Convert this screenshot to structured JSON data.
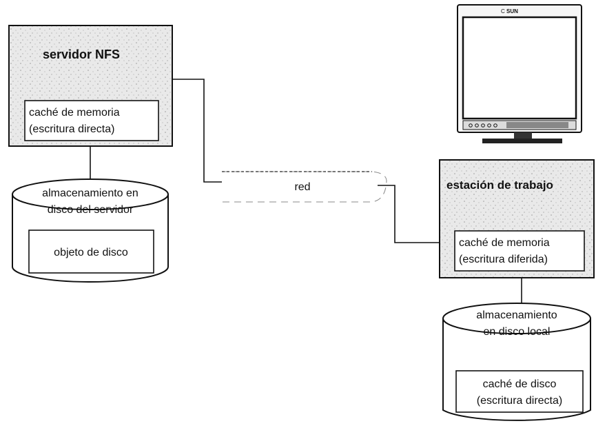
{
  "server": {
    "title": "servidor NFS",
    "cache_line1": "caché de memoria",
    "cache_line2": "(escritura directa)"
  },
  "server_disk": {
    "label_line1": "almacenamiento en",
    "label_line2": "disco del servidor",
    "object_label": "objeto de disco"
  },
  "network": {
    "label": "red"
  },
  "monitor": {
    "brand": "SUN",
    "brand_mark": "C"
  },
  "workstation": {
    "title": "estación de trabajo",
    "cache_line1": "caché de memoria",
    "cache_line2": "(escritura diferida)"
  },
  "local_disk": {
    "label_line1": "almacenamiento",
    "label_line2": "en disco local",
    "cache_line1": "caché de disco",
    "cache_line2": "(escritura directa)"
  }
}
